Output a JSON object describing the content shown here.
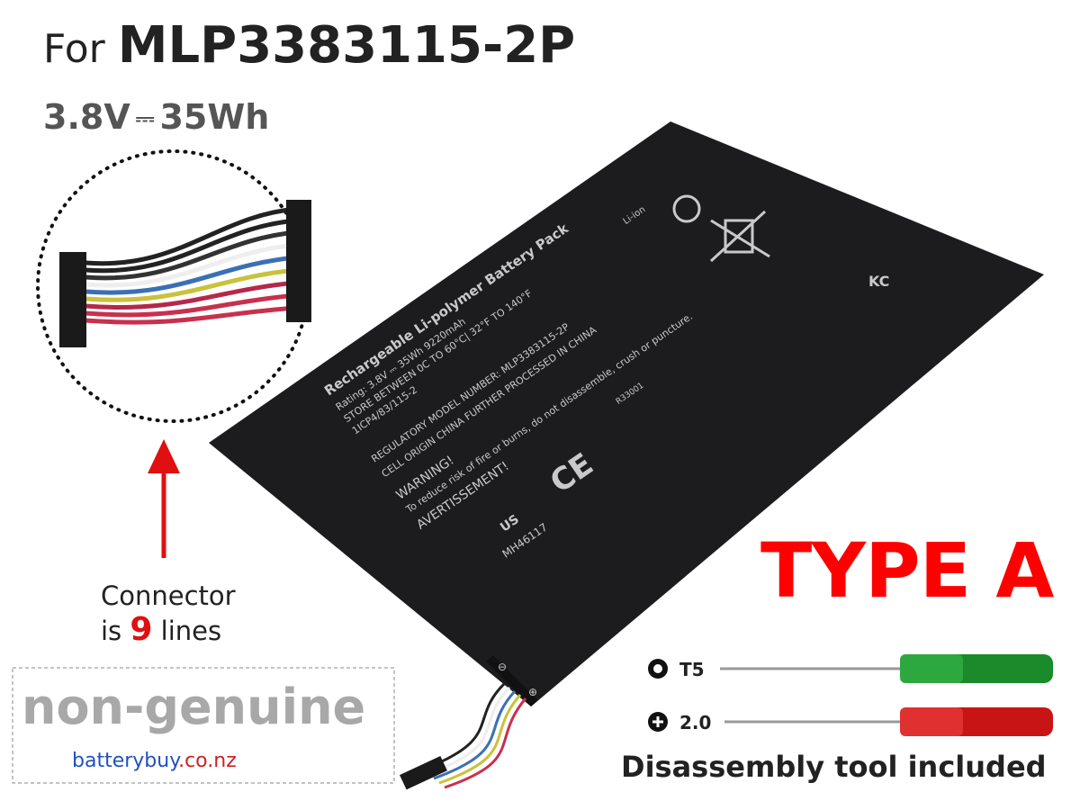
{
  "header": {
    "prefix": "For",
    "model": "MLP3383115-2P"
  },
  "spec": {
    "voltage": "3.8V",
    "dc_symbol": "⎓",
    "capacity": "35Wh"
  },
  "connector": {
    "line1": "Connector",
    "line2_pre": "is",
    "count": "9",
    "line2_post": "lines"
  },
  "type_label": "TYPE A",
  "tools": [
    {
      "label": "T5",
      "icon": "torx-icon",
      "color": "#1a8a2a"
    },
    {
      "label": "2.0",
      "icon": "phillips-icon",
      "color": "#c81414"
    }
  ],
  "tool_note": "Disassembly tool included",
  "battery_label": {
    "title": "Rechargeable Li-polymer Battery Pack",
    "rating": "Rating: 3.8V ⎓ 35Wh 9220mAh",
    "store": "STORE BETWEEN 0C TO 60°C| 32°F TO 140°F",
    "cell": "1ICP4/83/115-2",
    "regulatory": "REGULATORY MODEL NUMBER: MLP3383115-2P",
    "origin": "CELL ORIGIN CHINA FURTHER PROCESSED IN CHINA",
    "warning": "WARNING!",
    "warning_text": "To reduce risk of fire or burns, do not disassemble, crush or puncture.",
    "avert": "AVERTISSEMENT!",
    "liion": "Li-ion",
    "cert": "MH46117",
    "ul": "US",
    "r_code": "R33001"
  },
  "watermark": {
    "text": "non-genuine",
    "site_main": "batterybuy",
    "site_tld": ".co.nz"
  },
  "colors": {
    "accent": "#ff0000",
    "battery": "#1c1c1e",
    "brand_blue": "#2050c0",
    "brand_red": "#d02020"
  }
}
